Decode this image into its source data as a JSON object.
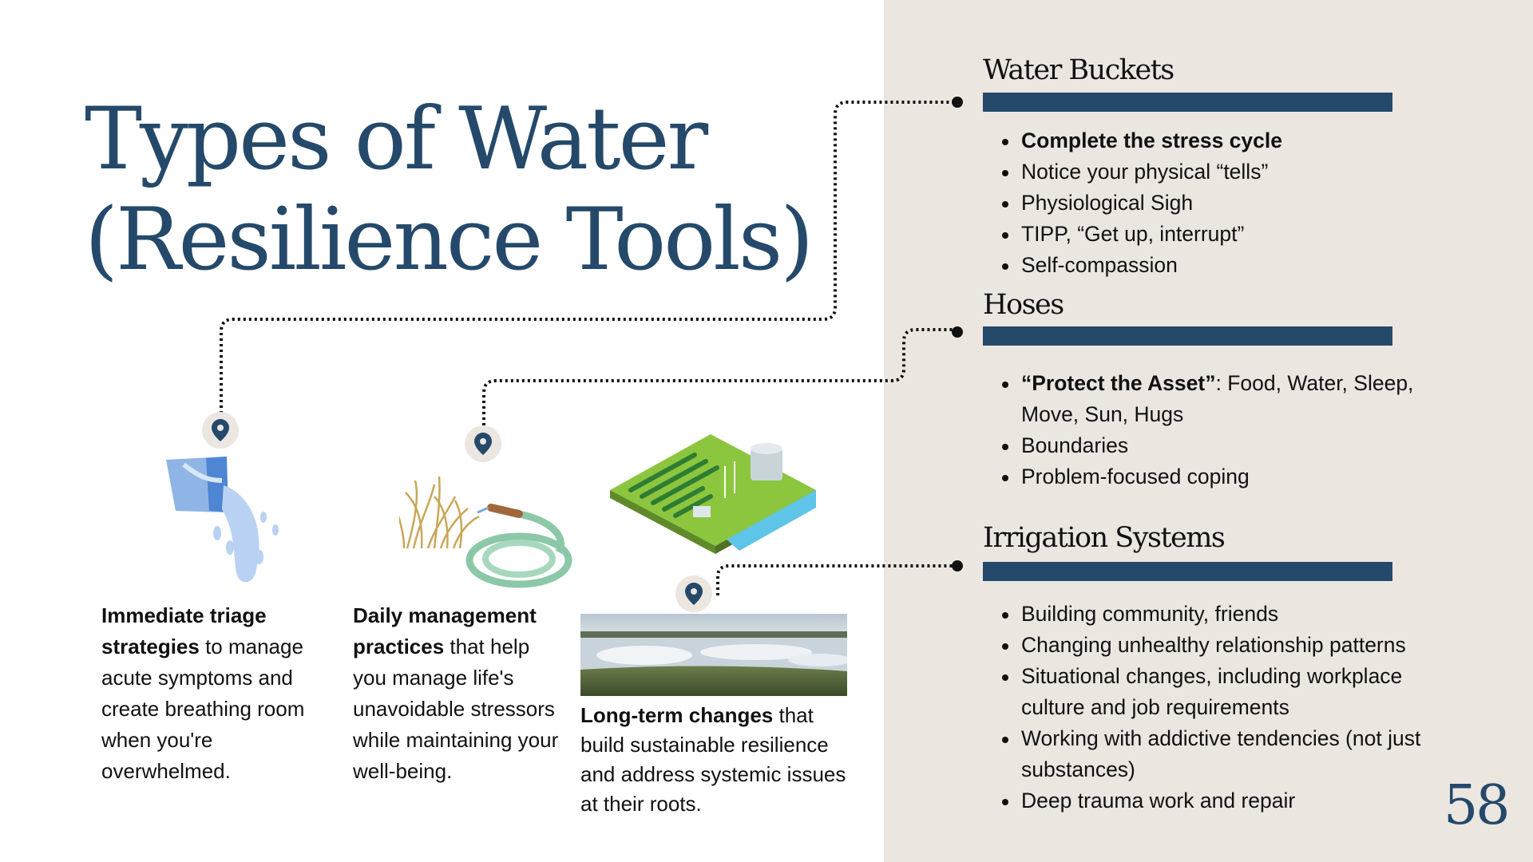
{
  "slide": {
    "title_line1": "Types of Water",
    "title_line2": "(Resilience Tools)",
    "page_number": "58",
    "colors": {
      "accent": "#25496a",
      "panel_background": "#ece6e1",
      "text": "#111111"
    }
  },
  "tools": [
    {
      "icon": "water-bucket-pouring-icon",
      "bold": "Immediate triage strategies",
      "text": " to manage acute symptoms and create breathing room when you're overwhelmed."
    },
    {
      "icon": "garden-hose-icon",
      "bold": "Daily management practices",
      "text": " that help you manage life's unavoidable stressors while maintaining your well-being."
    },
    {
      "icon": "irrigation-farm-icon",
      "bold": "Long-term changes",
      "text": " that build sustainable resilience and address systemic issues at their roots."
    }
  ],
  "sections": [
    {
      "heading": "Water Buckets",
      "items": [
        {
          "bold": "Complete the stress cycle",
          "text": ""
        },
        {
          "bold": "",
          "text": "Notice your physical “tells”"
        },
        {
          "bold": "",
          "text": "Physiological Sigh"
        },
        {
          "bold": "",
          "text": "TIPP, “Get up, interrupt”"
        },
        {
          "bold": "",
          "text": "Self-compassion"
        }
      ]
    },
    {
      "heading": "Hoses",
      "items": [
        {
          "bold": "“Protect the Asset”",
          "text": ": Food, Water, Sleep, Move, Sun, Hugs"
        },
        {
          "bold": "",
          "text": "Boundaries"
        },
        {
          "bold": "",
          "text": "Problem-focused coping"
        }
      ]
    },
    {
      "heading": "Irrigation Systems",
      "items": [
        {
          "bold": "",
          "text": "Building community, friends"
        },
        {
          "bold": "",
          "text": "Changing unhealthy relationship patterns"
        },
        {
          "bold": "",
          "text": "Situational changes, including workplace culture and job requirements"
        },
        {
          "bold": "",
          "text": "Working with addictive tendencies (not just substances)"
        },
        {
          "bold": "",
          "text": "Deep trauma work and repair"
        }
      ]
    }
  ]
}
